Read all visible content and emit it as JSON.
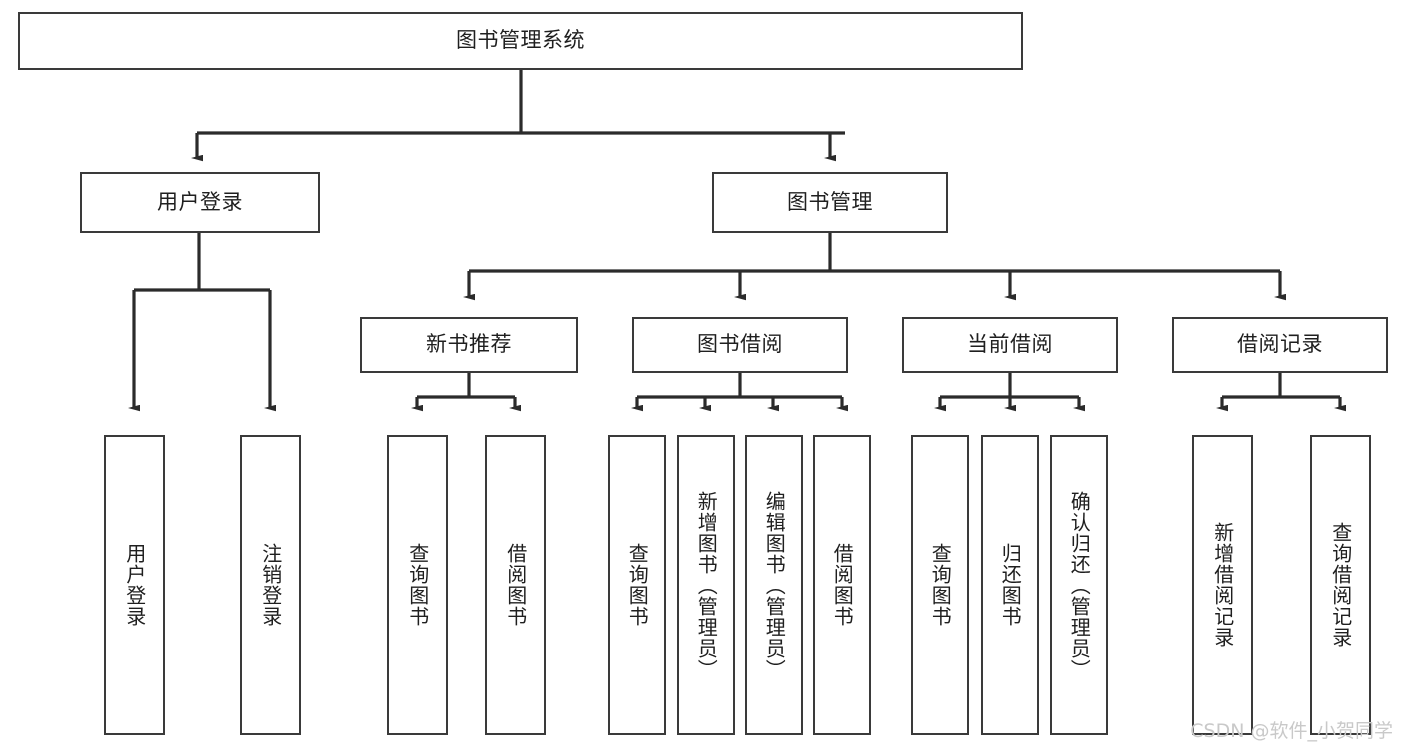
{
  "diagram": {
    "title": "图书管理系统",
    "type": "tree-hierarchy-chart",
    "root": {
      "label": "图书管理系统"
    },
    "level1": [
      {
        "label": "用户登录"
      },
      {
        "label": "图书管理"
      }
    ],
    "level2": [
      {
        "label": "新书推荐",
        "parent": "图书管理"
      },
      {
        "label": "图书借阅",
        "parent": "图书管理"
      },
      {
        "label": "当前借阅",
        "parent": "图书管理"
      },
      {
        "label": "借阅记录",
        "parent": "图书管理"
      }
    ],
    "leaves": {
      "user_login": [
        {
          "label": "用户登录"
        },
        {
          "label": "注销登录"
        }
      ],
      "new_book_recommend": [
        {
          "label": "查询图书"
        },
        {
          "label": "借阅图书"
        }
      ],
      "book_borrow": [
        {
          "label": "查询图书"
        },
        {
          "label": "新增图书（管理员）"
        },
        {
          "label": "编辑图书（管理员）"
        },
        {
          "label": "借阅图书"
        }
      ],
      "current_borrow": [
        {
          "label": "查询图书"
        },
        {
          "label": "归还图书"
        },
        {
          "label": "确认归还（管理员）"
        }
      ],
      "borrow_record": [
        {
          "label": "新增借阅记录"
        },
        {
          "label": "查询借阅记录"
        }
      ]
    }
  },
  "watermark": {
    "text": "CSDN @软件_小贺同学"
  },
  "colors": {
    "border": "#3a3a3a",
    "connector": "#2b2b2b",
    "text": "#1f1f1f",
    "background": "#ffffff",
    "watermark": "#c9c9c9"
  }
}
